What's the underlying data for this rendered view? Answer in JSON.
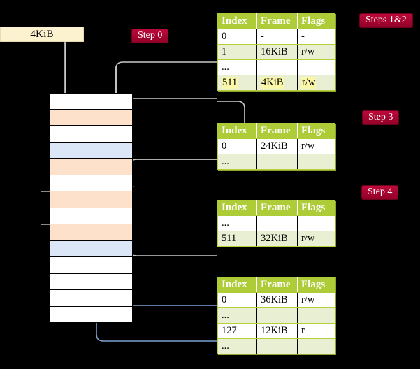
{
  "diagram": {
    "title_box": {
      "label": "4KiB"
    },
    "badges": [
      {
        "name": "step-0",
        "label": "Step 0"
      },
      {
        "name": "steps-1-2",
        "label": "Steps 1&2"
      },
      {
        "name": "step-3",
        "label": "Step 3"
      },
      {
        "name": "step-4",
        "label": "Step 4"
      }
    ],
    "colors": {
      "badge_red": "#a80030",
      "table_header_green": "#aecb38",
      "table_row_green": "#e9efd3",
      "highlight_yellow": "#fbf7a8",
      "memory_orange": "#fde1cb",
      "memory_blue": "#dbe7f7",
      "box_cream": "#fdf2d0",
      "wire_gray": "#c8c8c8",
      "wire_blue": "#7b9fd0",
      "background": "#000000"
    },
    "columns": [
      "Index",
      "Frame",
      "Flags"
    ],
    "tables": [
      {
        "name": "level-4-table",
        "rows": [
          {
            "cells": [
              "0",
              "-",
              "-"
            ],
            "shade": "white",
            "highlight": false
          },
          {
            "cells": [
              "1",
              "16KiB",
              "r/w"
            ],
            "shade": "green",
            "highlight": false
          },
          {
            "cells": [
              "...",
              "",
              ""
            ],
            "shade": "white",
            "highlight": false
          },
          {
            "cells": [
              "511",
              "4KiB",
              "r/w"
            ],
            "shade": "green",
            "highlight": true
          }
        ]
      },
      {
        "name": "level-3-table",
        "rows": [
          {
            "cells": [
              "0",
              "24KiB",
              "r/w"
            ],
            "shade": "white",
            "highlight": false
          },
          {
            "cells": [
              "...",
              "",
              ""
            ],
            "shade": "green",
            "highlight": false
          }
        ]
      },
      {
        "name": "level-2-table",
        "rows": [
          {
            "cells": [
              "...",
              "",
              ""
            ],
            "shade": "white",
            "highlight": false
          },
          {
            "cells": [
              "511",
              "32KiB",
              "r/w"
            ],
            "shade": "green",
            "highlight": false
          }
        ]
      },
      {
        "name": "level-1-table",
        "rows": [
          {
            "cells": [
              "0",
              "36KiB",
              "r/w"
            ],
            "shade": "white",
            "highlight": false
          },
          {
            "cells": [
              "...",
              "",
              ""
            ],
            "shade": "green",
            "highlight": false
          },
          {
            "cells": [
              "127",
              "12KiB",
              "r"
            ],
            "shade": "white",
            "highlight": false
          },
          {
            "cells": [
              "...",
              "",
              ""
            ],
            "shade": "green",
            "highlight": false
          }
        ]
      }
    ],
    "memory_rows": [
      {
        "shade": "white",
        "tick": true
      },
      {
        "shade": "orange",
        "tick": true
      },
      {
        "shade": "white",
        "tick": true
      },
      {
        "shade": "blue",
        "tick": false
      },
      {
        "shade": "orange",
        "tick": true
      },
      {
        "shade": "white",
        "tick": false
      },
      {
        "shade": "orange",
        "tick": true
      },
      {
        "shade": "white",
        "tick": false
      },
      {
        "shade": "orange",
        "tick": true
      },
      {
        "shade": "blue",
        "tick": false
      },
      {
        "shade": "white",
        "tick": false
      },
      {
        "shade": "white",
        "tick": false
      },
      {
        "shade": "white",
        "tick": false
      },
      {
        "shade": "white",
        "tick": false
      }
    ]
  }
}
